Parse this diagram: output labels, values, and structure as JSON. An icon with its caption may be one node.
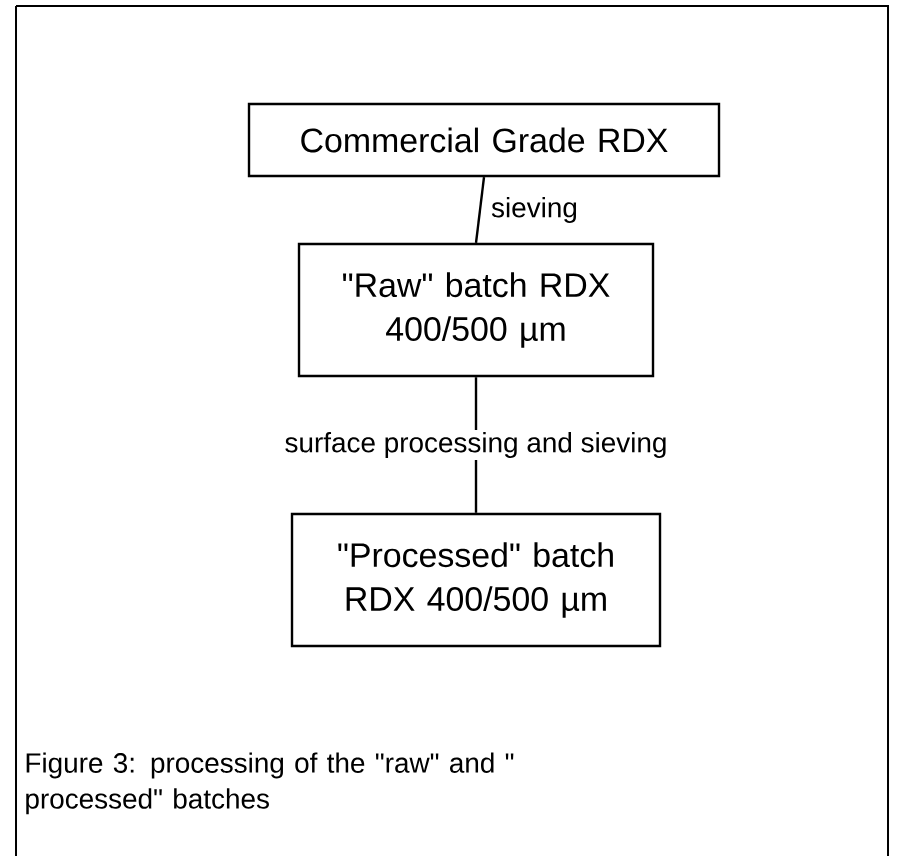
{
  "diagram": {
    "caption": "Figure 3: processing of the \"raw\" and \" processed\" batches",
    "nodes": [
      {
        "text": [
          "Commercial Grade RDX"
        ]
      },
      {
        "text": [
          "\"Raw\" batch RDX 400/500 µm"
        ]
      },
      {
        "text": [
          "\"Processed\" batch RDX 400/500 µm"
        ]
      }
    ],
    "edges": [
      {
        "from": 0,
        "to": 1,
        "arrow": "none",
        "label": "sieving"
      },
      {
        "from": 1,
        "to": 2,
        "arrow": "none",
        "label": "surface processing and sieving"
      }
    ]
  }
}
